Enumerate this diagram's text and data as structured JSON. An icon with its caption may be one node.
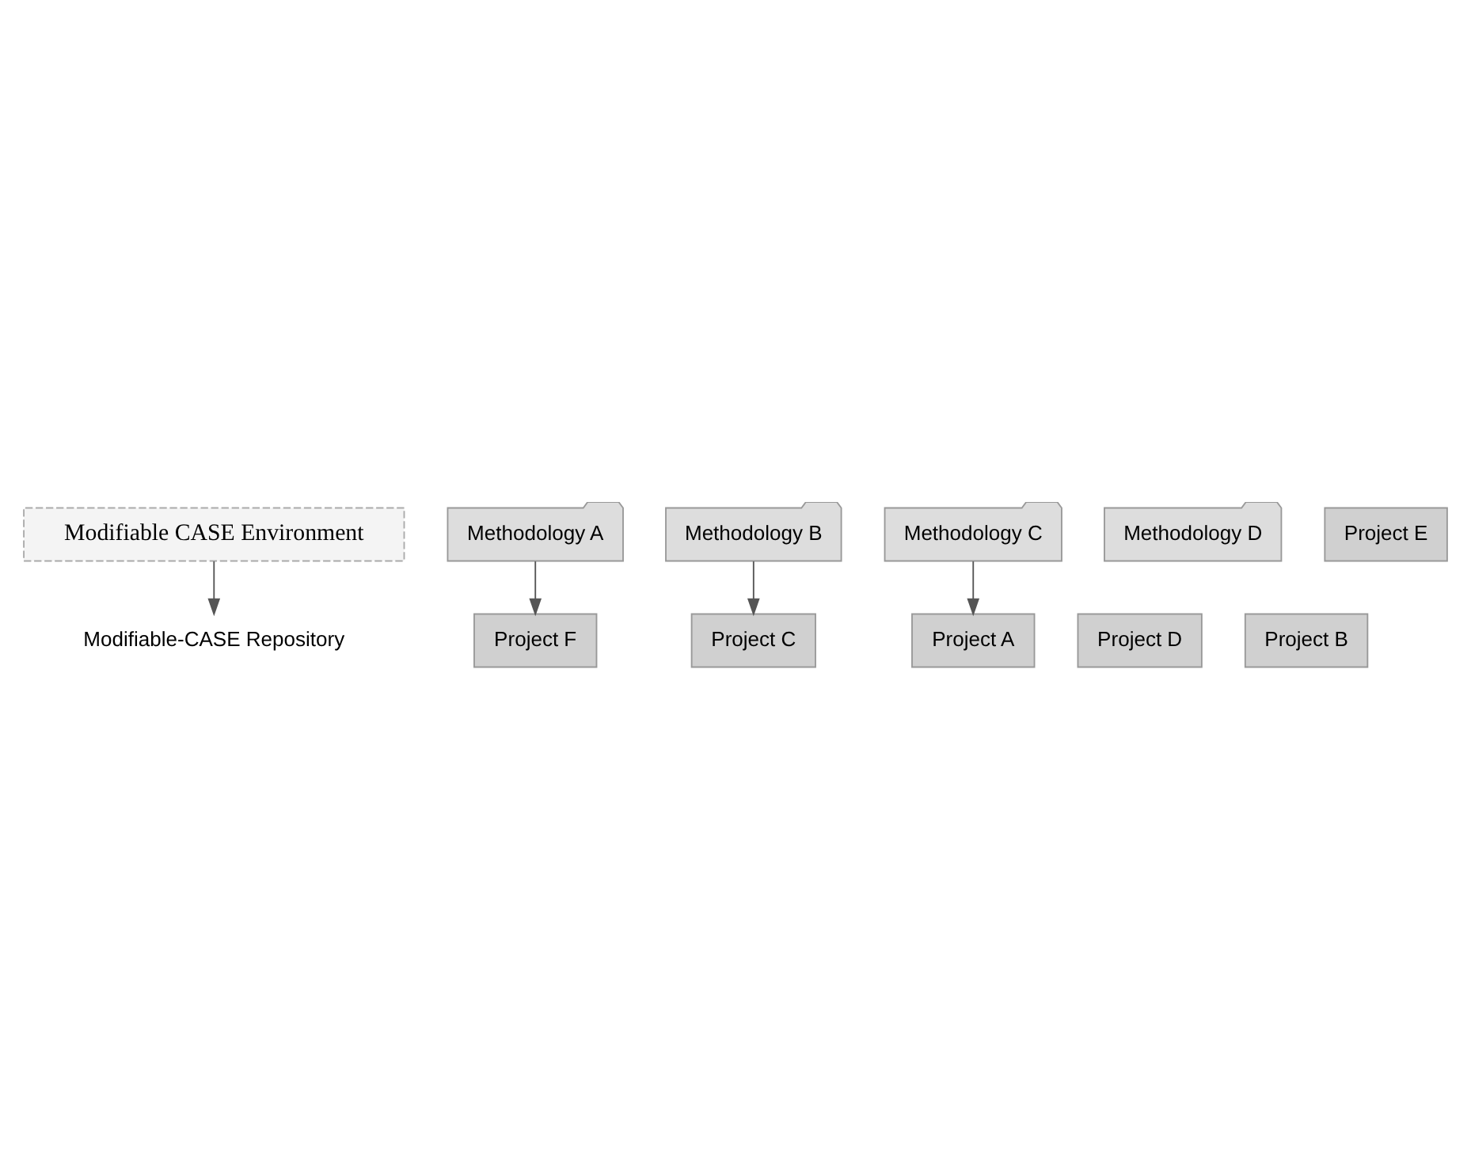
{
  "diagram": {
    "nodes": [
      {
        "text": [
          "Modifiable CASE Environment"
        ]
      },
      {
        "text": [
          "Modifiable-CASE Repository"
        ]
      },
      {
        "text": [
          "Methodology A"
        ]
      },
      {
        "text": [
          "Methodology B"
        ]
      },
      {
        "text": [
          "Methodology C"
        ]
      },
      {
        "text": [
          "Methodology D"
        ]
      },
      {
        "text": [
          "Project F"
        ]
      },
      {
        "text": [
          "Project C"
        ]
      },
      {
        "text": [
          "Project D"
        ]
      },
      {
        "text": [
          "Project E"
        ]
      },
      {
        "text": [
          "Project A"
        ]
      },
      {
        "text": [
          "Project B"
        ]
      }
    ],
    "edges": [
      {
        "from": 0,
        "to": 1,
        "arrow": "to"
      },
      {
        "from": 2,
        "to": 6,
        "arrow": "to"
      },
      {
        "from": 3,
        "to": 7,
        "arrow": "to"
      },
      {
        "from": 4,
        "to": 10,
        "arrow": "to"
      }
    ]
  }
}
